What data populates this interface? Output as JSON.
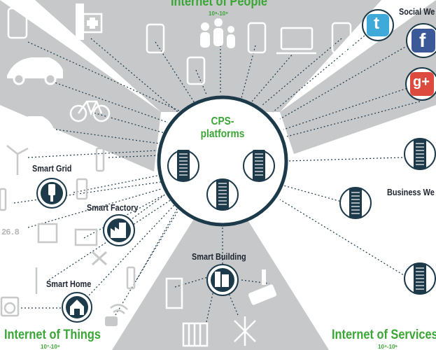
{
  "center": {
    "title_line1": "CPS-",
    "title_line2": "platforms"
  },
  "sections": {
    "people": {
      "title": "Internet of People",
      "range": "10⁸-10⁹"
    },
    "things": {
      "title": "Internet of Things",
      "range": "10⁷-10⁹"
    },
    "services": {
      "title": "Internet of Services",
      "range": "10⁴-10⁶"
    }
  },
  "nodes": {
    "smart_grid": "Smart Grid",
    "smart_factory": "Smart Factory",
    "smart_home": "Smart Home",
    "smart_building": "Smart Building",
    "social_web": "Social We",
    "business_web": "Business We"
  },
  "icons": {
    "twitter": "t",
    "facebook": "f",
    "googleplus": "g+",
    "display_digits": "26.8"
  },
  "colors": {
    "wedge": "#c7c8ca",
    "dark": "#1d3a4a",
    "accent_green": "#3aa635",
    "icon_gray": "#dcdcdc"
  }
}
